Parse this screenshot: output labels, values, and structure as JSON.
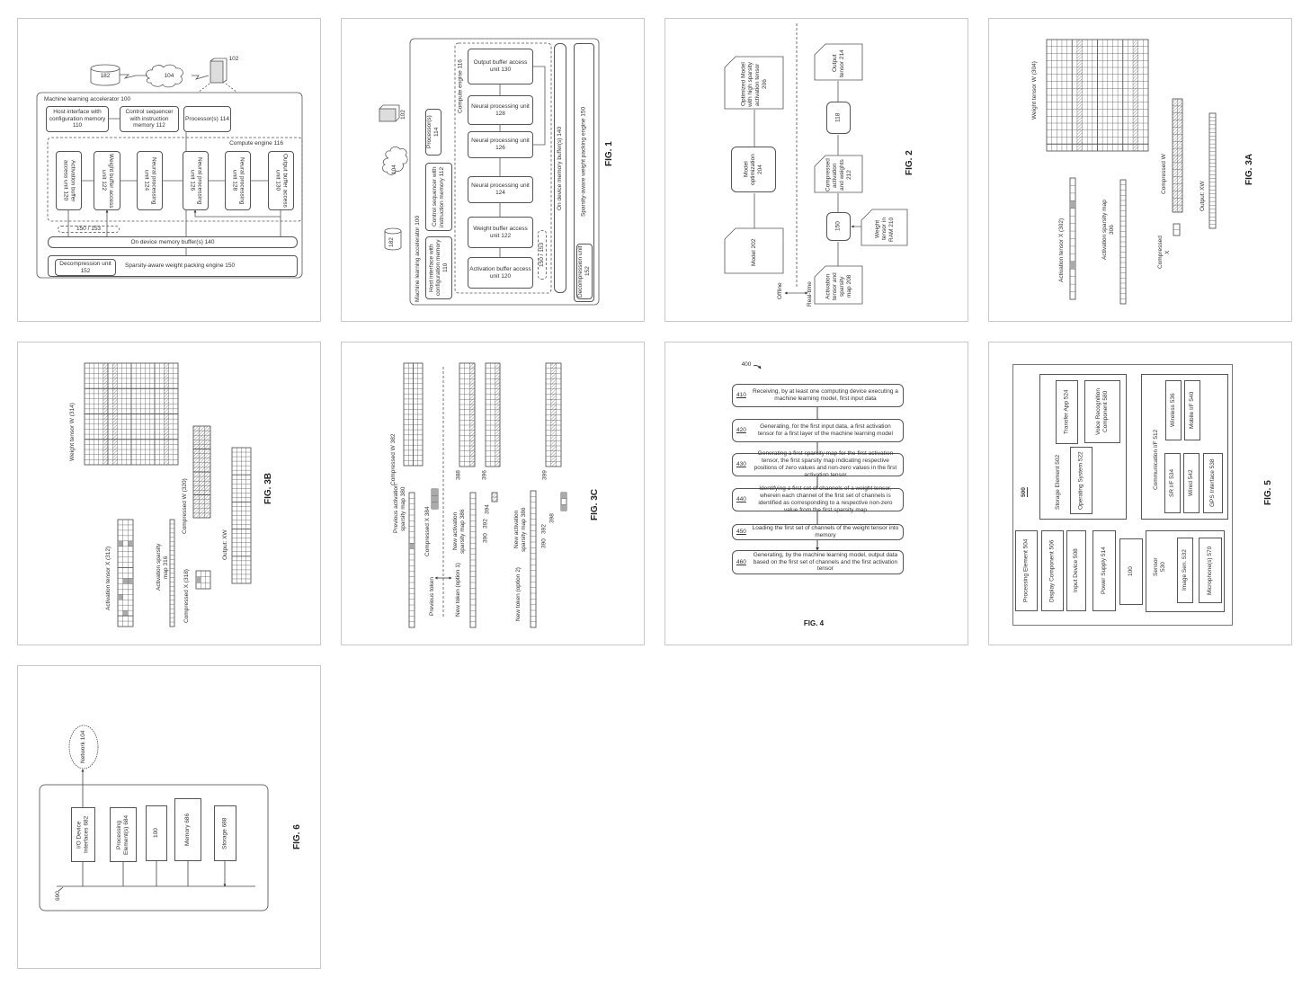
{
  "fig1": {
    "fig_label": "FIG. 1",
    "database": "182",
    "network": "104",
    "server": "102",
    "accelerator": "Machine learning accelerator 100",
    "host_interface": "Host interface with configuration memory 110",
    "control_sequencer": "Control sequencer with instruction memory 112",
    "processors": "Processor(s) 114",
    "compute_engine": "Compute engine 116",
    "units": [
      "Activation buffer access unit 120",
      "Weight buffer access unit 122",
      "Neural processing unit 124",
      "Neural processing unit 126",
      "Neural processing unit 128",
      "Output buffer access unit 130"
    ],
    "mux": "150 / 153",
    "memory": "On device memory buffer(s) 140",
    "sparsity_engine": "Sparsity-aware weight packing engine 150",
    "decompression": "Decompression unit 152"
  },
  "fig2": {
    "fig_label": "FIG. 2",
    "model": "Model 202",
    "model_optimization": "Model optimization 204",
    "optimized_model": "Optimized Model with high sparsity activation tensor 206",
    "activation": "Activation tensor and sparsity map 208",
    "weight": "Weight tensor in RAM 210",
    "engine": "150",
    "compressed": "Compressed activation and weights 212",
    "accelerator": "118",
    "output": "Output tensor 214",
    "offline": "Offline",
    "realtime": "Real-time"
  },
  "fig3a": {
    "fig_label": "FIG. 3A",
    "weight_tensor": "Weight tensor W (304)",
    "activation_tensor": "Activation tensor X (302)",
    "sparsity_map": "Activation sparsity map 306",
    "compressed_x": "Compressed X",
    "compressed_w": "Compressed W",
    "output": "Output: XW"
  },
  "fig3b": {
    "fig_label": "FIG. 3B",
    "weight_tensor": "Weight tensor W (314)",
    "activation_tensor": "Activation tensor X (312)",
    "sparsity_map": "Activation sparsity map 316",
    "compressed_x": "Compressed X (318)",
    "compressed_w": "Compressed W (320)",
    "output": "Output: XW"
  },
  "fig3c": {
    "fig_label": "FIG. 3C",
    "prev_map": "Previous activation sparsity map 380",
    "prev_token": "Previous token",
    "compressed_w": "Compressed W 382",
    "compressed_x": "Compressed X 384",
    "new_token_1": "New token (option 1)",
    "new_map_1": "New activation sparsity map 386",
    "new_token_2": "New token (option 2)",
    "new_map_2": "New activation sparsity map 386",
    "refs": [
      "388",
      "396",
      "394",
      "390",
      "392",
      "399",
      "398",
      "390",
      "392"
    ]
  },
  "fig4": {
    "fig_label": "FIG. 4",
    "ref": "400",
    "steps": [
      {
        "num": "410",
        "text": "Receiving, by at least one computing device executing a machine learning model, first input data"
      },
      {
        "num": "420",
        "text": "Generating, for the first input data, a first activation tensor for a first layer of the machine learning model"
      },
      {
        "num": "430",
        "text": "Generating a first sparsity map for the first activation tensor, the first sparsity map indicating respective positions of zero values and non-zero values in the first activation tensor"
      },
      {
        "num": "440",
        "text": "Identifying a first set of channels of a weight tensor, wherein each channel of the first set of channels is identified as corresponding to a respective non-zero value from the first sparsity map"
      },
      {
        "num": "450",
        "text": "Loading the first set of channels of the weight tensor into memory"
      },
      {
        "num": "460",
        "text": "Generating, by the machine learning model, output data based on the first set of channels and the first activation tensor"
      }
    ]
  },
  "fig5": {
    "fig_label": "FIG. 5",
    "device": "500",
    "storage": "Storage Element 502",
    "transfer_app": "Transfer App 524",
    "voice": "Voice Recognition Component 580",
    "os": "Operating System 522",
    "comm": "Communication I/F 512",
    "wireless": "Wireless 536",
    "mobile": "Mobile I/F 540",
    "sr": "SR I/F 534",
    "wired": "Wired 542",
    "gps": "GPS Interface 538",
    "processing": "Processing Element 504",
    "display": "Display Component 506",
    "input": "Input Device 508",
    "power": "Power Supply 514",
    "accelerator": "100",
    "sensor": "Sensor 530",
    "image_sensor": "Image Sen. 532",
    "microphones": "Microphone(s) 570"
  },
  "fig6": {
    "fig_label": "FIG. 6",
    "network": "Network 104",
    "io": "I/O Device Interfaces 682",
    "processing": "Processing Element(s) 684",
    "accelerator": "100",
    "memory": "Memory 686",
    "storage": "Storage 688",
    "bus": "690"
  }
}
